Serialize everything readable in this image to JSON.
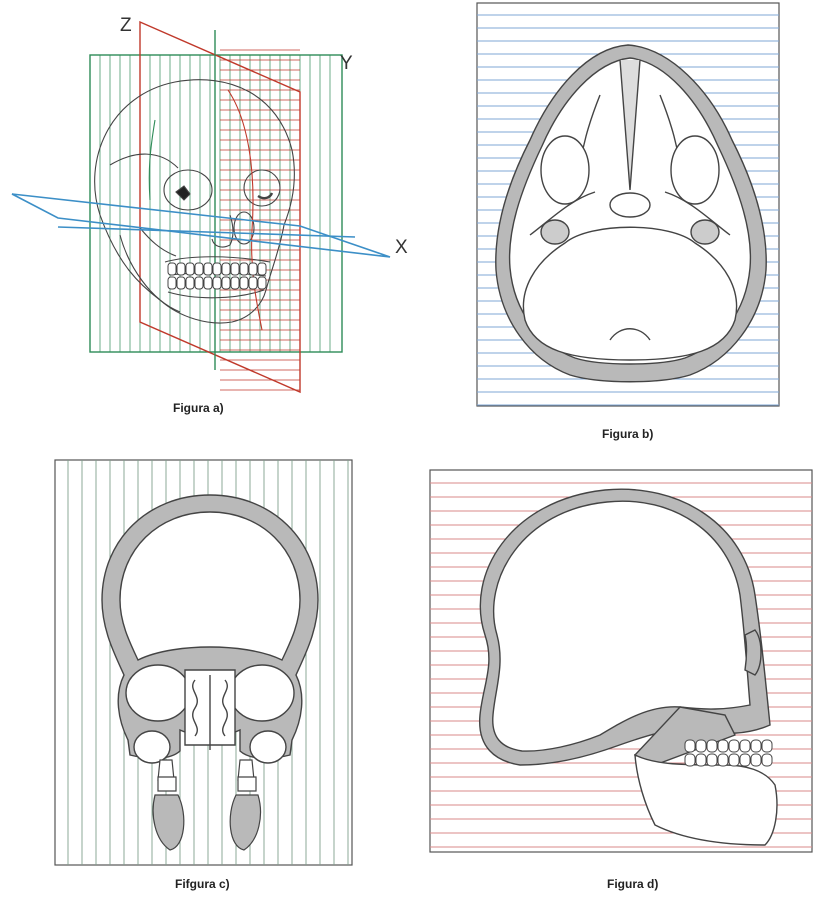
{
  "figures": {
    "a": {
      "caption": "Figura a)",
      "axis_labels": {
        "z": "Z",
        "y": "Y",
        "x": "X"
      },
      "colors": {
        "coronal_plane": "#2e8b57",
        "sagittal_plane": "#c0392b",
        "axial_plane": "#3c8fc7"
      }
    },
    "b": {
      "caption": "Figura b)",
      "stripe_color": "#7fa7d6"
    },
    "c": {
      "caption": "Fifgura c)",
      "stripe_color": "#7f9f8c"
    },
    "d": {
      "caption": "Figura d)",
      "stripe_color": "#d98a8a"
    }
  },
  "colors": {
    "bone_fill": "#b9b9b9",
    "outline": "#444444"
  }
}
